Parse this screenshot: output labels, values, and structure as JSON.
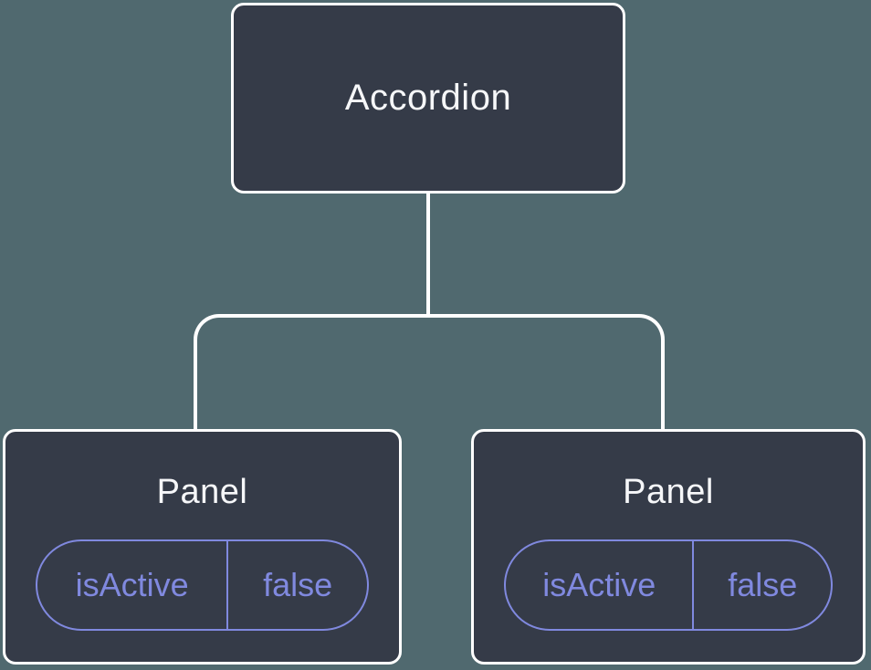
{
  "diagram": {
    "type": "component-tree",
    "colors": {
      "background": "#50696F",
      "node_fill": "#353B48",
      "node_border": "#FFFFFF",
      "connector": "#FFFFFF",
      "title_text": "#F6F7F9",
      "state_accent": "#8089DF"
    },
    "root": {
      "label": "Accordion"
    },
    "children": [
      {
        "label": "Panel",
        "state": {
          "name": "isActive",
          "value": "false"
        }
      },
      {
        "label": "Panel",
        "state": {
          "name": "isActive",
          "value": "false"
        }
      }
    ]
  }
}
